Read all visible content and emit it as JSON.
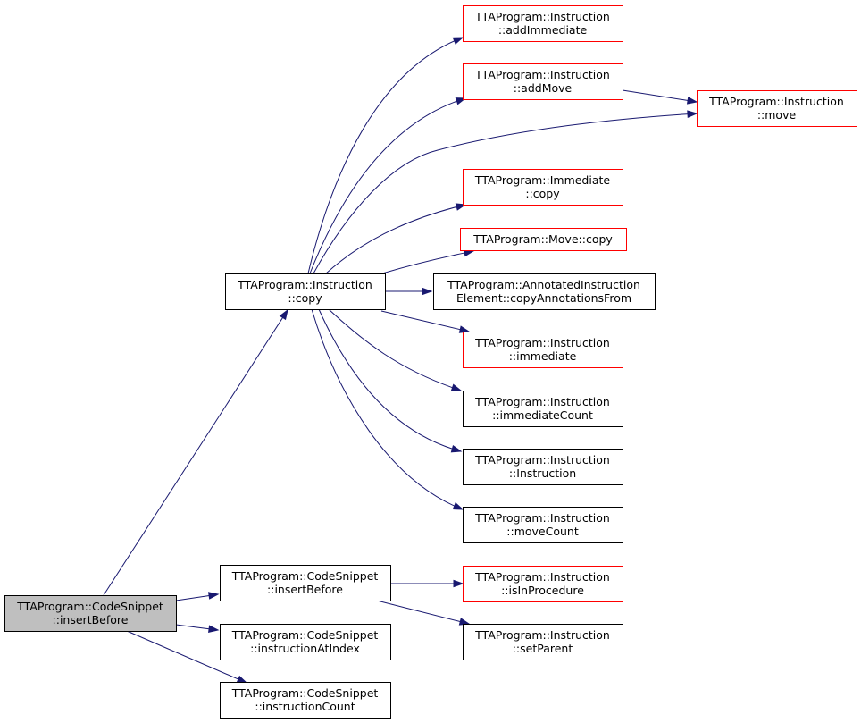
{
  "colors": {
    "edge": "#191970",
    "border_plain": "#000000",
    "border_truncated": "#ff0000",
    "root_fill": "#bfbfbf",
    "node_fill": "#ffffff"
  },
  "nodes": {
    "root": {
      "line1": "TTAProgram::CodeSnippet",
      "line2": "::insertBefore",
      "style": "root"
    },
    "instr_copy": {
      "line1": "TTAProgram::Instruction",
      "line2": "::copy",
      "style": "plain"
    },
    "cs_insertBefore": {
      "line1": "TTAProgram::CodeSnippet",
      "line2": "::insertBefore",
      "style": "plain"
    },
    "cs_instructionAtIndex": {
      "line1": "TTAProgram::CodeSnippet",
      "line2": "::instructionAtIndex",
      "style": "plain"
    },
    "cs_instructionCount": {
      "line1": "TTAProgram::CodeSnippet",
      "line2": "::instructionCount",
      "style": "plain"
    },
    "instr_addImmediate": {
      "line1": "TTAProgram::Instruction",
      "line2": "::addImmediate",
      "style": "truncated"
    },
    "instr_addMove": {
      "line1": "TTAProgram::Instruction",
      "line2": "::addMove",
      "style": "truncated"
    },
    "instr_move": {
      "line1": "TTAProgram::Instruction",
      "line2": "::move",
      "style": "truncated"
    },
    "imm_copy": {
      "line1": "TTAProgram::Immediate",
      "line2": "::copy",
      "style": "truncated"
    },
    "move_copy": {
      "line1": "TTAProgram::Move::copy",
      "line2": "",
      "style": "truncated"
    },
    "annot_copy": {
      "line1": "TTAProgram::AnnotatedInstruction",
      "line2": "Element::copyAnnotationsFrom",
      "style": "plain"
    },
    "instr_immediate": {
      "line1": "TTAProgram::Instruction",
      "line2": "::immediate",
      "style": "truncated"
    },
    "instr_immediateCount": {
      "line1": "TTAProgram::Instruction",
      "line2": "::immediateCount",
      "style": "plain"
    },
    "instr_ctor": {
      "line1": "TTAProgram::Instruction",
      "line2": "::Instruction",
      "style": "plain"
    },
    "instr_moveCount": {
      "line1": "TTAProgram::Instruction",
      "line2": "::moveCount",
      "style": "plain"
    },
    "instr_isInProcedure": {
      "line1": "TTAProgram::Instruction",
      "line2": "::isInProcedure",
      "style": "truncated"
    },
    "instr_setParent": {
      "line1": "TTAProgram::Instruction",
      "line2": "::setParent",
      "style": "plain"
    }
  },
  "edges": [
    {
      "from": "root",
      "to": "instr_copy"
    },
    {
      "from": "root",
      "to": "cs_insertBefore"
    },
    {
      "from": "root",
      "to": "cs_instructionAtIndex"
    },
    {
      "from": "root",
      "to": "cs_instructionCount"
    },
    {
      "from": "instr_copy",
      "to": "instr_addImmediate"
    },
    {
      "from": "instr_copy",
      "to": "instr_addMove"
    },
    {
      "from": "instr_copy",
      "to": "instr_move"
    },
    {
      "from": "instr_copy",
      "to": "imm_copy"
    },
    {
      "from": "instr_copy",
      "to": "move_copy"
    },
    {
      "from": "instr_copy",
      "to": "annot_copy"
    },
    {
      "from": "instr_copy",
      "to": "instr_immediate"
    },
    {
      "from": "instr_copy",
      "to": "instr_immediateCount"
    },
    {
      "from": "instr_copy",
      "to": "instr_ctor"
    },
    {
      "from": "instr_copy",
      "to": "instr_moveCount"
    },
    {
      "from": "instr_addMove",
      "to": "instr_move"
    },
    {
      "from": "cs_insertBefore",
      "to": "instr_isInProcedure"
    },
    {
      "from": "cs_insertBefore",
      "to": "instr_setParent"
    }
  ]
}
